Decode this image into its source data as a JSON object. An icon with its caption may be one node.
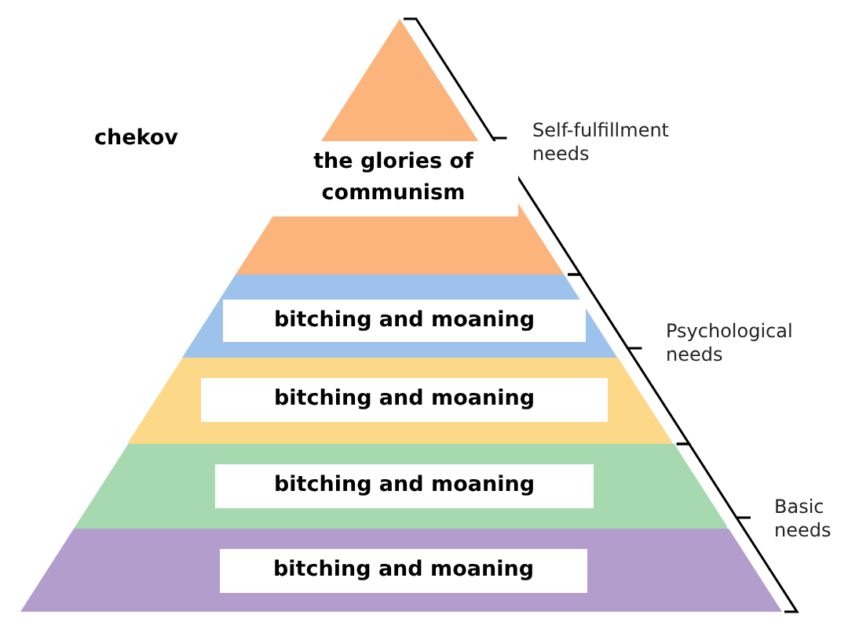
{
  "diagram": {
    "nodes": [
      {
        "text": [
          "the glories of communism"
        ]
      },
      {
        "text": [
          "bitching and moaning"
        ]
      },
      {
        "text": [
          "bitching and moaning"
        ]
      },
      {
        "text": [
          "bitching and moaning"
        ]
      },
      {
        "text": [
          "bitching and moaning"
        ]
      }
    ],
    "labels": [
      "chekov",
      "Self-fulfillment needs",
      "Psychological needs",
      "Basic needs"
    ]
  }
}
